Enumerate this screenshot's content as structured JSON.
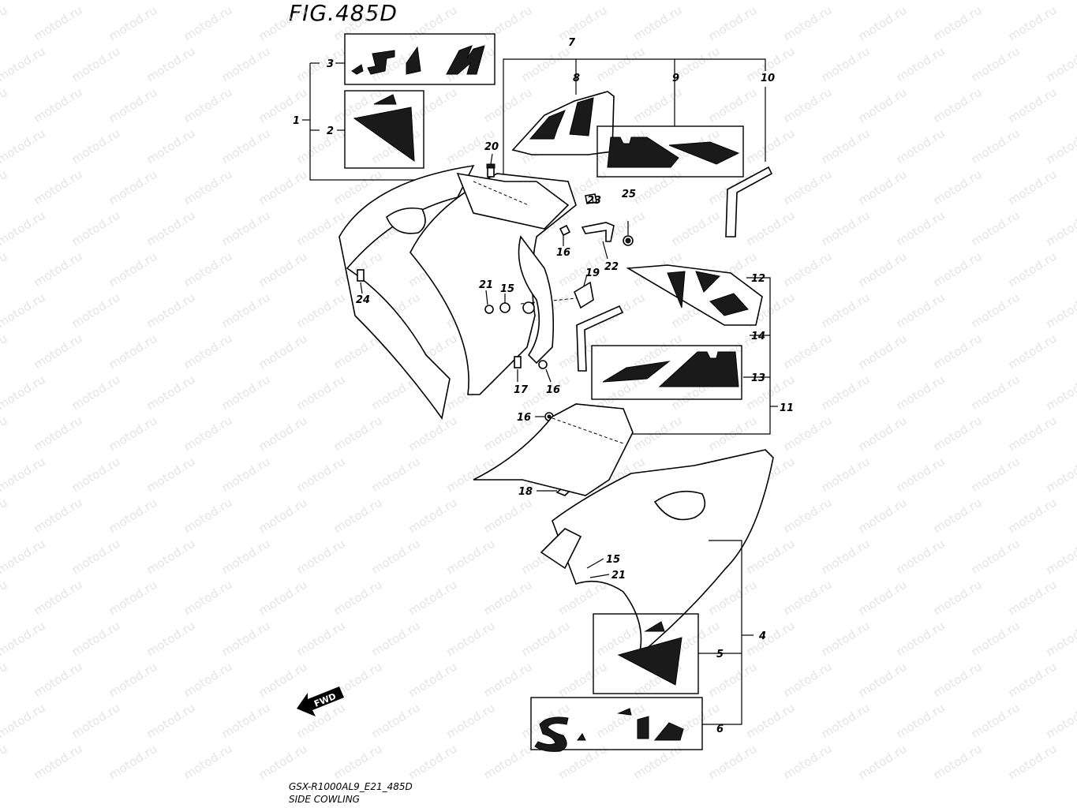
{
  "figure": {
    "title": "FIG.485D",
    "code": "GSX-R1000AL9_E21_485D",
    "name": "SIDE COWLING",
    "fwd_label": "FWD",
    "watermark": "motod.ru"
  },
  "callouts": [
    "1",
    "2",
    "3",
    "4",
    "5",
    "6",
    "7",
    "8",
    "9",
    "10",
    "11",
    "12",
    "13",
    "14",
    "15",
    "15",
    "16",
    "16",
    "16",
    "17",
    "18",
    "19",
    "20",
    "21",
    "21",
    "22",
    "23",
    "24",
    "25"
  ]
}
